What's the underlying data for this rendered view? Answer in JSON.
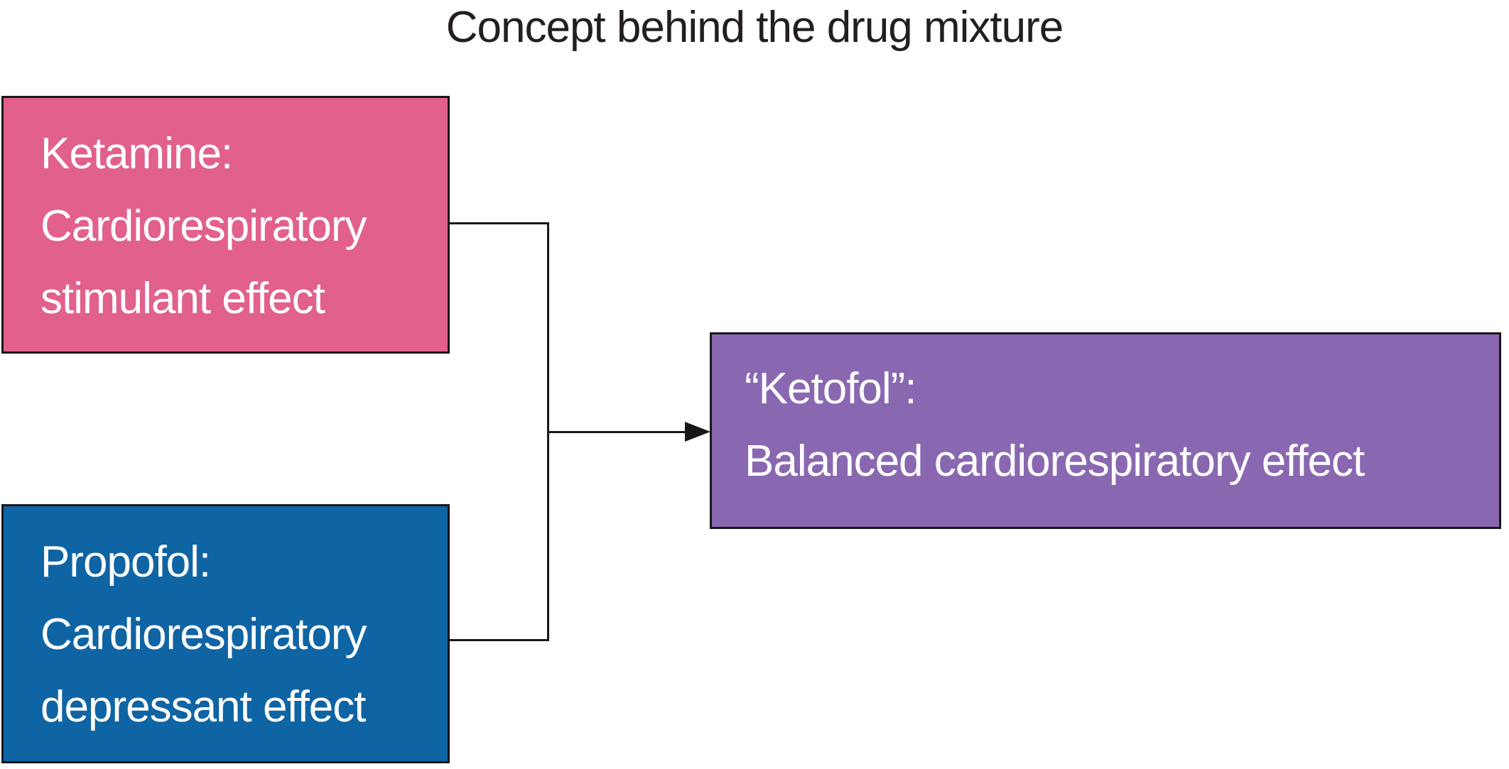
{
  "figure": {
    "title": "Concept behind the drug mixture"
  },
  "colors": {
    "canvas": "#FFFFFF",
    "title-text": "#241E21",
    "box-text": "#FFFFFF",
    "ketamine-fill": "#E2608C",
    "propofol-fill": "#0F64A4",
    "ketofol-fill": "#8A68B1",
    "line": "#1A171A"
  },
  "boxes": {
    "ketamine": {
      "lines": [
        "Ketamine:",
        "Cardiorespiratory",
        "stimulant effect"
      ]
    },
    "propofol": {
      "lines": [
        "Propofol:",
        "Cardiorespiratory",
        "depressant effect"
      ]
    },
    "ketofol": {
      "lines": [
        "“Ketofol”:",
        "Balanced cardiorespiratory effect"
      ]
    }
  }
}
